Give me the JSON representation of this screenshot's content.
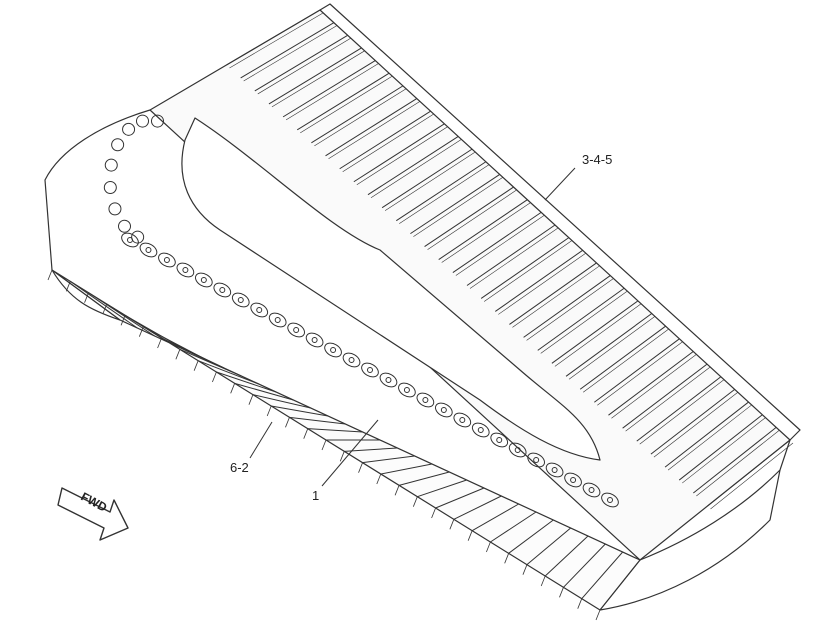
{
  "callouts": {
    "track_shoe_group": "3-4-5",
    "shoe_bolt": "6-2",
    "track_link": "1"
  },
  "direction_arrow": {
    "label": "FWD",
    "icon": "forward-arrow-icon"
  },
  "colors": {
    "line": "#333333",
    "background": "#ffffff"
  }
}
